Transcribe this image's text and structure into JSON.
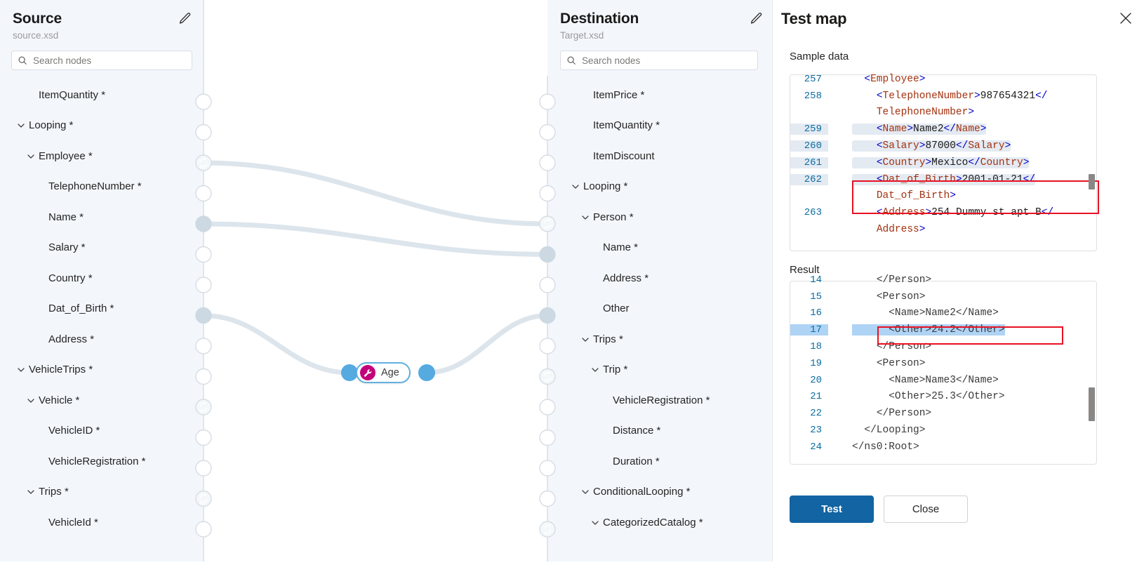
{
  "source_panel": {
    "title": "Source",
    "subtitle": "source.xsd",
    "edit_icon": "pencil-icon",
    "search": {
      "placeholder": "Search nodes",
      "value": "",
      "icon": "search-icon"
    },
    "nodes": [
      {
        "label": "ItemQuantity *",
        "indent": 2,
        "expandable": false,
        "handle": "empty"
      },
      {
        "label": "Looping *",
        "indent": 1,
        "expandable": true,
        "handle": "empty"
      },
      {
        "label": "Employee *",
        "indent": 2,
        "expandable": true,
        "handle": "loop"
      },
      {
        "label": "TelephoneNumber *",
        "indent": 3,
        "expandable": false,
        "handle": "empty"
      },
      {
        "label": "Name *",
        "indent": 3,
        "expandable": false,
        "handle": "filled"
      },
      {
        "label": "Salary *",
        "indent": 3,
        "expandable": false,
        "handle": "empty"
      },
      {
        "label": "Country *",
        "indent": 3,
        "expandable": false,
        "handle": "empty"
      },
      {
        "label": "Dat_of_Birth *",
        "indent": 3,
        "expandable": false,
        "handle": "filled"
      },
      {
        "label": "Address *",
        "indent": 3,
        "expandable": false,
        "handle": "empty"
      },
      {
        "label": "VehicleTrips *",
        "indent": 1,
        "expandable": true,
        "handle": "empty"
      },
      {
        "label": "Vehicle *",
        "indent": 2,
        "expandable": true,
        "handle": "loop"
      },
      {
        "label": "VehicleID *",
        "indent": 3,
        "expandable": false,
        "handle": "empty"
      },
      {
        "label": "VehicleRegistration *",
        "indent": 3,
        "expandable": false,
        "handle": "empty"
      },
      {
        "label": "Trips *",
        "indent": 2,
        "expandable": true,
        "handle": "loop"
      },
      {
        "label": "VehicleId *",
        "indent": 3,
        "expandable": false,
        "handle": "empty"
      }
    ]
  },
  "dest_panel": {
    "title": "Destination",
    "subtitle": "Target.xsd",
    "edit_icon": "pencil-icon",
    "search": {
      "placeholder": "Search nodes",
      "value": "",
      "icon": "search-icon"
    },
    "nodes": [
      {
        "label": "ItemPrice *",
        "indent": 1,
        "expandable": false,
        "handle": "empty"
      },
      {
        "label": "ItemQuantity *",
        "indent": 1,
        "expandable": false,
        "handle": "empty"
      },
      {
        "label": "ItemDiscount",
        "indent": 1,
        "expandable": false,
        "handle": "empty"
      },
      {
        "label": "Looping *",
        "indent": 0,
        "expandable": true,
        "handle": "empty"
      },
      {
        "label": "Person *",
        "indent": 1,
        "expandable": true,
        "handle": "loop"
      },
      {
        "label": "Name *",
        "indent": 2,
        "expandable": false,
        "handle": "filled"
      },
      {
        "label": "Address *",
        "indent": 2,
        "expandable": false,
        "handle": "empty"
      },
      {
        "label": "Other",
        "indent": 2,
        "expandable": false,
        "handle": "filled"
      },
      {
        "label": "Trips *",
        "indent": 1,
        "expandable": true,
        "handle": "empty"
      },
      {
        "label": "Trip *",
        "indent": 2,
        "expandable": true,
        "handle": "loop"
      },
      {
        "label": "VehicleRegistration *",
        "indent": 3,
        "expandable": false,
        "handle": "empty"
      },
      {
        "label": "Distance *",
        "indent": 3,
        "expandable": false,
        "handle": "empty"
      },
      {
        "label": "Duration *",
        "indent": 3,
        "expandable": false,
        "handle": "empty"
      },
      {
        "label": "ConditionalLooping *",
        "indent": 1,
        "expandable": true,
        "handle": "empty"
      },
      {
        "label": "CategorizedCatalog *",
        "indent": 2,
        "expandable": true,
        "handle": "loop"
      }
    ]
  },
  "canvas": {
    "function_node": {
      "label": "Age",
      "icon": "wrench-icon",
      "icon_color": "#c3007a",
      "border_color": "#62b0e0"
    }
  },
  "test_map": {
    "title": "Test map",
    "close_icon": "close-icon",
    "sample_label": "Sample data",
    "result_label": "Result",
    "sample_lines": [
      {
        "num": "257",
        "indent": 1,
        "highlight": "none",
        "tokens": [
          {
            "t": "<",
            "c": "tk"
          },
          {
            "t": "Employee",
            "c": "tn"
          },
          {
            "t": ">",
            "c": "tk"
          }
        ]
      },
      {
        "num": "258",
        "indent": 2,
        "highlight": "none",
        "tokens": [
          {
            "t": "<",
            "c": "tk"
          },
          {
            "t": "TelephoneNumber",
            "c": "tn"
          },
          {
            "t": ">",
            "c": "tk"
          },
          {
            "t": "987654321",
            "c": "tv"
          },
          {
            "t": "</",
            "c": "tk"
          }
        ]
      },
      {
        "num": "",
        "indent": 2,
        "highlight": "none",
        "tokens": [
          {
            "t": "TelephoneNumber",
            "c": "tn"
          },
          {
            "t": ">",
            "c": "tk"
          }
        ]
      },
      {
        "num": "259",
        "indent": 2,
        "highlight": "soft",
        "tokens": [
          {
            "t": "<",
            "c": "tk"
          },
          {
            "t": "Name",
            "c": "tn"
          },
          {
            "t": ">",
            "c": "tk"
          },
          {
            "t": "Name2",
            "c": "tv"
          },
          {
            "t": "</",
            "c": "tk"
          },
          {
            "t": "Name",
            "c": "tn"
          },
          {
            "t": ">",
            "c": "tk"
          }
        ]
      },
      {
        "num": "260",
        "indent": 2,
        "highlight": "soft",
        "tokens": [
          {
            "t": "<",
            "c": "tk"
          },
          {
            "t": "Salary",
            "c": "tn"
          },
          {
            "t": ">",
            "c": "tk"
          },
          {
            "t": "87000",
            "c": "tv"
          },
          {
            "t": "</",
            "c": "tk"
          },
          {
            "t": "Salary",
            "c": "tn"
          },
          {
            "t": ">",
            "c": "tk"
          }
        ]
      },
      {
        "num": "261",
        "indent": 2,
        "highlight": "soft",
        "tokens": [
          {
            "t": "<",
            "c": "tk"
          },
          {
            "t": "Country",
            "c": "tn"
          },
          {
            "t": ">",
            "c": "tk"
          },
          {
            "t": "Mexico",
            "c": "tv"
          },
          {
            "t": "</",
            "c": "tk"
          },
          {
            "t": "Country",
            "c": "tn"
          },
          {
            "t": ">",
            "c": "tk"
          }
        ]
      },
      {
        "num": "262",
        "indent": 2,
        "highlight": "soft",
        "tokens": [
          {
            "t": "<",
            "c": "tk"
          },
          {
            "t": "Dat_of_Birth",
            "c": "tn"
          },
          {
            "t": ">",
            "c": "tk"
          },
          {
            "t": "2001-01-21",
            "c": "tv"
          },
          {
            "t": "</",
            "c": "tk"
          }
        ]
      },
      {
        "num": "",
        "indent": 2,
        "highlight": "none",
        "tokens": [
          {
            "t": "Dat_of_Birth",
            "c": "tn"
          },
          {
            "t": ">",
            "c": "tk"
          }
        ]
      },
      {
        "num": "263",
        "indent": 2,
        "highlight": "none",
        "tokens": [
          {
            "t": "<",
            "c": "tk"
          },
          {
            "t": "Address",
            "c": "tn"
          },
          {
            "t": ">",
            "c": "tk"
          },
          {
            "t": "254 Dummy st apt B",
            "c": "tv"
          },
          {
            "t": "</",
            "c": "tk"
          }
        ]
      },
      {
        "num": "",
        "indent": 2,
        "highlight": "none",
        "tokens": [
          {
            "t": "Address",
            "c": "tn"
          },
          {
            "t": ">",
            "c": "tk"
          }
        ]
      }
    ],
    "result_lines": [
      {
        "num": "14",
        "indent": 2,
        "highlight": "none",
        "text": "</Person>"
      },
      {
        "num": "15",
        "indent": 2,
        "highlight": "none",
        "text": "<Person>"
      },
      {
        "num": "16",
        "indent": 3,
        "highlight": "none",
        "text": "<Name>Name2</Name>"
      },
      {
        "num": "17",
        "indent": 3,
        "highlight": "blue",
        "text": "<Other>24.2</Other>"
      },
      {
        "num": "18",
        "indent": 2,
        "highlight": "none",
        "text": "</Person>"
      },
      {
        "num": "19",
        "indent": 2,
        "highlight": "none",
        "text": "<Person>"
      },
      {
        "num": "20",
        "indent": 3,
        "highlight": "none",
        "text": "<Name>Name3</Name>"
      },
      {
        "num": "21",
        "indent": 3,
        "highlight": "none",
        "text": "<Other>25.3</Other>"
      },
      {
        "num": "22",
        "indent": 2,
        "highlight": "none",
        "text": "</Person>"
      },
      {
        "num": "23",
        "indent": 1,
        "highlight": "none",
        "text": "</Looping>"
      },
      {
        "num": "24",
        "indent": 0,
        "highlight": "none",
        "text": "</ns0:Root>"
      }
    ],
    "buttons": {
      "test": "Test",
      "close": "Close"
    },
    "accent_color": "#1264a3",
    "highlight_color": "#e81123"
  }
}
